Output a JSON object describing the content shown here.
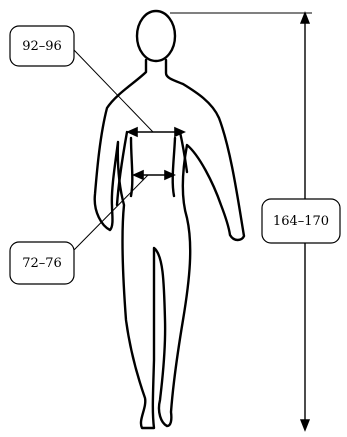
{
  "labels": {
    "bust": "92–96",
    "waist": "72–76",
    "height": "164–170"
  }
}
